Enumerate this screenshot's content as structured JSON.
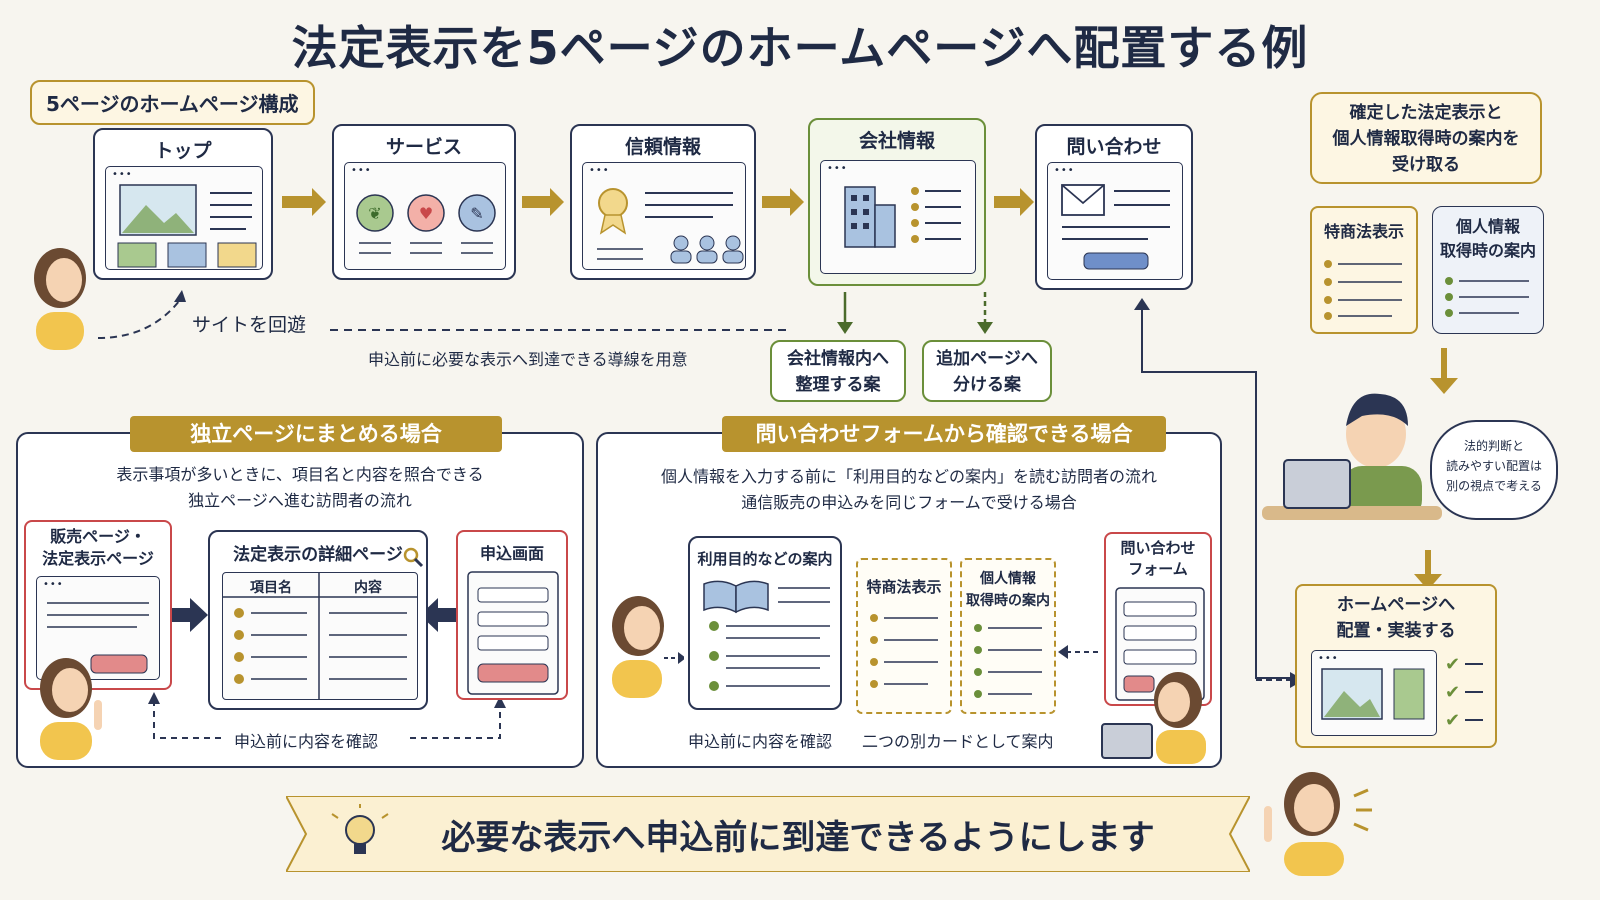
{
  "title": "法定表示を5ページのホームページへ配置する例",
  "structure_label": "5ページのホームページ構成",
  "pages": [
    {
      "label": "トップ"
    },
    {
      "label": "サービス"
    },
    {
      "label": "信頼情報"
    },
    {
      "label": "会社情報"
    },
    {
      "label": "問い合わせ"
    }
  ],
  "site_tour_label": "サイトを回遊",
  "route_label": "申込前に必要な表示へ到達できる導線を用意",
  "company_options": {
    "option1": "会社情報内へ\n整理する案",
    "option2": "追加ページへ\n分ける案"
  },
  "right_top": {
    "speech": "確定した法定表示と\n個人情報取得時の案内を\n受け取る",
    "doc1": "特商法表示",
    "doc2": "個人情報\n取得時の案内",
    "thought": "法的判断と\n読みやすい配置は\n別の視点で考える",
    "implement": "ホームページへ\n配置・実装する"
  },
  "left_panel": {
    "banner": "独立ページにまとめる場合",
    "desc": "表示事項が多いときに、項目名と内容を照合できる\n独立ページへ進む訪問者の流れ",
    "sales_card": "販売ページ・\n法定表示ページ",
    "detail_card": "法定表示の詳細ページ",
    "col1": "項目名",
    "col2": "内容",
    "apply_card": "申込画面",
    "confirm": "申込前に内容を確認"
  },
  "right_panel": {
    "banner": "問い合わせフォームから確認できる場合",
    "desc": "個人情報を入力する前に「利用目的などの案内」を読む訪問者の流れ\n通信販売の申込みを同じフォームで受ける場合",
    "purpose_card": "利用目的などの案内",
    "tokusho_card": "特商法表示",
    "privacy_card": "個人情報\n取得時の案内",
    "form_card": "問い合わせ\nフォーム",
    "confirm": "申込前に内容を確認",
    "separate": "二つの別カードとして案内"
  },
  "footer": "必要な表示へ申込前に到達できるようにします",
  "colors": {
    "navy": "#2b3553",
    "gold": "#b8932e",
    "green": "#6b8f3a",
    "red": "#c9484a"
  }
}
